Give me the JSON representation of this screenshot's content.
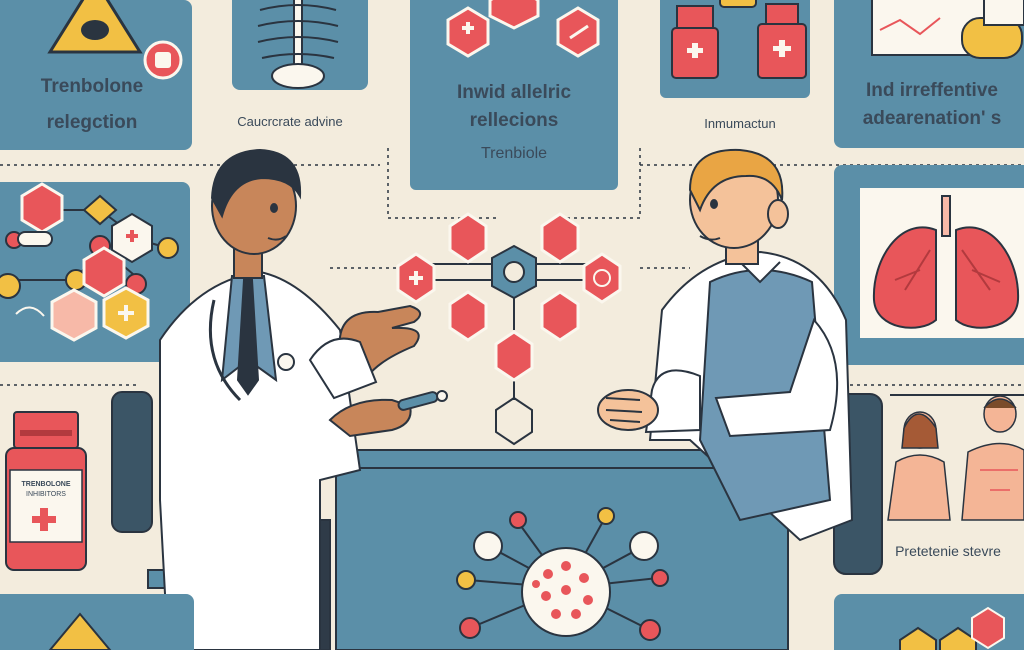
{
  "labels": {
    "top_left_1": "Trenbolone",
    "top_left_2": "relegction",
    "top_mid_left": "Caucrcrate advine",
    "center_panel_1": "Inwid allelric",
    "center_panel_2": "rellecions",
    "center_panel_3": "Trenbiole",
    "top_mid_right": "Inmumactun",
    "top_right_1": "Ind irreffentive",
    "top_right_2": "adearenation' s",
    "bottle_label_1": "TRENBOLONE",
    "bottle_label_2": "INHIBITORS",
    "bottom_right": "Pretetenie stevre"
  },
  "colors": {
    "background": "#f3ecdd",
    "panel_blue": "#5b8fa8",
    "panel_light": "#fbf7ee",
    "accent_red": "#e8565a",
    "accent_yellow": "#f2c044",
    "coat_white": "#ffffff",
    "vest_blue": "#6f99b5",
    "outline": "#2a3440"
  },
  "icons": [
    "warning-icon",
    "skeleton-icon",
    "hexagon-medical-icon",
    "medicine-bottle-icon",
    "lungs-icon",
    "molecule-icon",
    "body-figures-icon"
  ]
}
